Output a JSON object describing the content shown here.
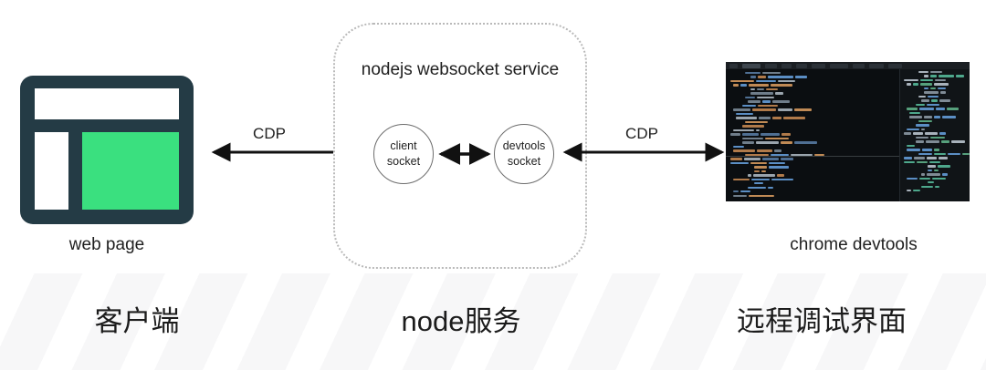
{
  "diagram": {
    "title_sequence": [
      "客户端",
      "node服务",
      "远程调试界面"
    ],
    "left": {
      "icon_name": "web-page-icon",
      "caption": "web page",
      "section_label": "客户端",
      "colors": {
        "frame": "#243b45",
        "content": "#3ae07f",
        "panel": "#ffffff"
      }
    },
    "center": {
      "box_title": "nodejs websocket service",
      "section_label": "node服务",
      "border_style": "dotted",
      "border_color": "#b9b9b9",
      "nodes": [
        {
          "name": "client-socket",
          "line1": "client",
          "line2": "socket"
        },
        {
          "name": "devtools-socket",
          "line1": "devtools",
          "line2": "socket"
        }
      ]
    },
    "right": {
      "icon_name": "chrome-devtools-screenshot",
      "caption": "chrome devtools",
      "section_label": "远程调试界面",
      "colors": {
        "background": "#0d1013",
        "panel": "#101417"
      }
    },
    "connections": [
      {
        "name": "webpage-to-client-socket",
        "label": "CDP",
        "direction": "bidirectional"
      },
      {
        "name": "client-socket-to-devtools-socket",
        "label": "",
        "direction": "bidirectional"
      },
      {
        "name": "devtools-socket-to-chrome-devtools",
        "label": "CDP",
        "direction": "bidirectional"
      }
    ]
  }
}
